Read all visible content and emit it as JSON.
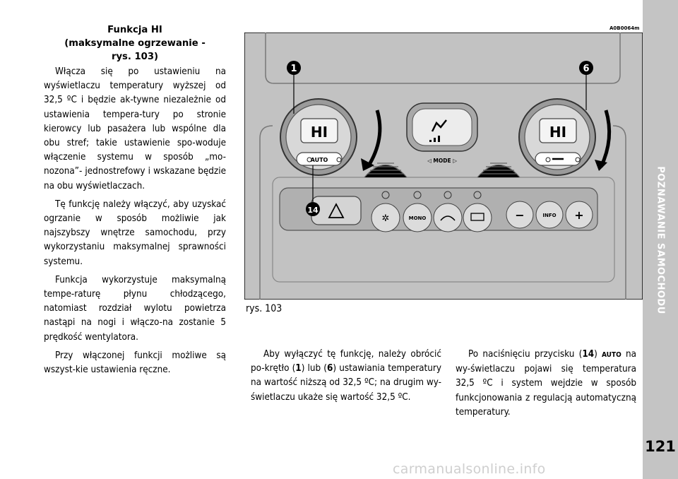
{
  "sidebar": {
    "section_title": "POZNAWANIE SAMOCHODU"
  },
  "page": {
    "number": "121"
  },
  "left_column": {
    "heading_line1": "Funkcja HI",
    "heading_line2": "(maksymalne ogrzewanie -",
    "heading_line3": "rys. 103)",
    "paragraphs": [
      "Włącza się po ustawieniu na wyświetlaczu temperatury wyższej od 32,5 ºC i będzie ak-tywne niezależnie od ustawienia tempera-tury po stronie kierowcy lub pasażera lub wspólne dla obu stref; takie ustawienie spo-woduje włączenie systemu w sposób „mo-nozona”- jednostrefowy i wskazane będzie na obu wyświetlaczach.",
      "Tę funkcję należy włączyć, aby uzyskać ogrzanie w sposób możliwie jak najszybszy wnętrze samochodu, przy wykorzystaniu maksymalnej sprawności systemu.",
      "Funkcja wykorzystuje maksymalną tempe-raturę płynu chłodzącego, natomiast rozdział wylotu powietrza nastąpi na nogi i włączo-na zostanie 5 prędkość wentylatora.",
      "Przy włączonej funkcji możliwe są wszyst-kie ustawienia ręczne."
    ]
  },
  "figure": {
    "code": "A0B0064m",
    "caption": "rys. 103",
    "left_display": "HI",
    "right_display": "HI",
    "auto_label": "AUTO",
    "mode_label": "◁ MODE ▷",
    "mono_label": "MONO",
    "info_label": "INFO",
    "minus_label": "−",
    "plus_label": "+",
    "callouts": [
      "1",
      "6",
      "14"
    ]
  },
  "middle_column": {
    "parts": [
      "Aby wyłączyć tę funkcję, należy obrócić po-krętło (",
      "1",
      ") lub (",
      "6",
      ") ustawiania temperatury na wartość niższą od 32,5 ºC; na drugim wy-świetlaczu ukaże się wartość 32,5 ºC."
    ]
  },
  "right_column": {
    "parts": [
      "Po naciśnięciu przycisku (",
      "14",
      ") ",
      "AUTO",
      " na wy-świetlaczu pojawi się temperatura 32,5 ºC i system wejdzie w sposób funkcjonowania z regulacją automatyczną temperatury."
    ]
  },
  "watermark": "carmanualsonline.info"
}
